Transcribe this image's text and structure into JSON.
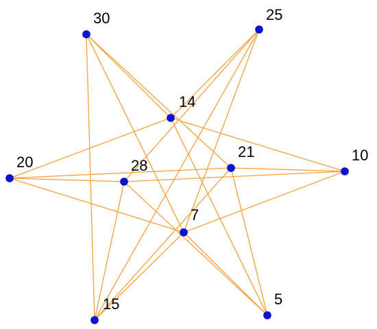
{
  "nodes": [
    {
      "id": "30",
      "label": "30"
    },
    {
      "id": "25",
      "label": "25"
    },
    {
      "id": "14",
      "label": "14"
    },
    {
      "id": "20",
      "label": "20"
    },
    {
      "id": "28",
      "label": "28"
    },
    {
      "id": "21",
      "label": "21"
    },
    {
      "id": "10",
      "label": "10"
    },
    {
      "id": "7",
      "label": "7"
    },
    {
      "id": "15",
      "label": "15"
    },
    {
      "id": "5",
      "label": "5"
    }
  ],
  "edges": [
    [
      "30",
      "14"
    ],
    [
      "30",
      "21"
    ],
    [
      "30",
      "7"
    ],
    [
      "30",
      "15"
    ],
    [
      "25",
      "14"
    ],
    [
      "25",
      "28"
    ],
    [
      "25",
      "7"
    ],
    [
      "25",
      "15"
    ],
    [
      "14",
      "20"
    ],
    [
      "14",
      "10"
    ],
    [
      "14",
      "5"
    ],
    [
      "20",
      "28"
    ],
    [
      "20",
      "21"
    ],
    [
      "20",
      "7"
    ],
    [
      "28",
      "10"
    ],
    [
      "28",
      "15"
    ],
    [
      "28",
      "5"
    ],
    [
      "21",
      "10"
    ],
    [
      "21",
      "15"
    ],
    [
      "21",
      "5"
    ],
    [
      "10",
      "7"
    ],
    [
      "7",
      "15"
    ],
    [
      "7",
      "5"
    ]
  ],
  "colors": {
    "edge": "#f5a03c",
    "node": "#0a14d8",
    "label": "#000000"
  }
}
